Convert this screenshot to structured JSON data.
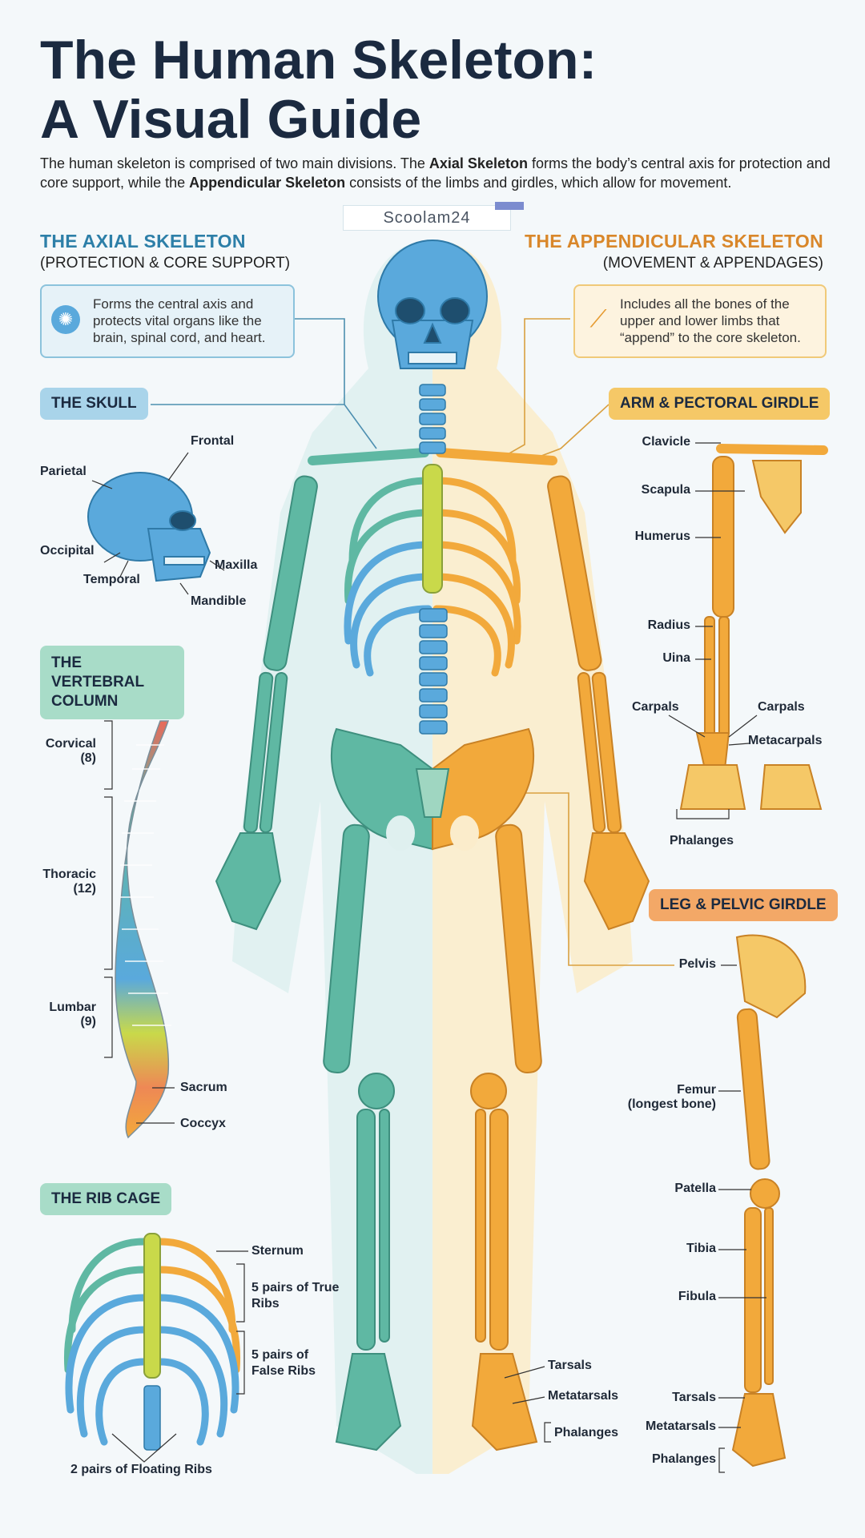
{
  "title": {
    "line1": "The Human Skeleton:",
    "line2": "A Visual Guide"
  },
  "intro": {
    "part1": "The human skeleton is comprised of two main divisions. The ",
    "axial_bold": "Axial Skeleton",
    "part2": " forms the body’s central axis for protection and core support, while the ",
    "appendicular_bold": "Appendicular Skeleton",
    "part3": " consists of the limbs and girdles, which allow for movement."
  },
  "watermark": "Scoolam24",
  "axial": {
    "heading": "THE AXIAL SKELETON",
    "subheading": "(PROTECTION & CORE SUPPORT)",
    "info": "Forms the central axis and protects vital organs like the brain, spinal cord, and heart.",
    "icon": "brain-icon"
  },
  "appendicular": {
    "heading": "THE APPENDICULAR SKELETON",
    "subheading": "(MOVEMENT & APPENDAGES)",
    "info": "Includes all the bones of the upper and lower limbs that “append” to the core skeleton.",
    "icon": "arm-bone-icon"
  },
  "skull": {
    "pill": "THE SKULL",
    "labels": {
      "frontal": "Frontal",
      "parietal": "Parietal",
      "occipital": "Occipital",
      "temporal": "Temporal",
      "maxilla": "Maxilla",
      "mandible": "Mandible"
    }
  },
  "vertebral": {
    "pill": "THE VERTEBRAL COLUMN",
    "labels": {
      "cervical": "Corvical",
      "cervical_count": "(8)",
      "thoracic": "Thoracic",
      "thoracic_count": "(12)",
      "lumbar": "Lumbar",
      "lumbar_count": "(9)",
      "sacrum": "Sacrum",
      "coccyx": "Coccyx"
    }
  },
  "ribcage": {
    "pill": "THE RIB CAGE",
    "labels": {
      "sternum": "Sternum",
      "true_ribs": "5 pairs of True Ribs",
      "false_ribs": "5 pairs of False Ribs",
      "floating_ribs": "2 pairs of Floating Ribs"
    }
  },
  "arm": {
    "pill": "ARM & PECTORAL GIRDLE",
    "labels": {
      "clavicle": "Clavicle",
      "scapula": "Scapula",
      "humerus": "Humerus",
      "radius": "Radius",
      "ulna": "Uina",
      "carpals_left": "Carpals",
      "carpals_right": "Carpals",
      "metacarpals": "Metacarpals",
      "phalanges": "Phalanges"
    }
  },
  "leg": {
    "pill": "LEG & PELVIC GIRDLE",
    "labels": {
      "pelvis": "Pelvis",
      "femur": "Femur",
      "femur_note": "(longest bone)",
      "patella": "Patella",
      "tibia": "Tibia",
      "fibula": "Fibula",
      "tarsals": "Tarsals",
      "metatarsals": "Metatarsals",
      "phalanges": "Phalanges"
    }
  },
  "center_foot": {
    "tarsals": "Tarsals",
    "metatarsals": "Metatarsals",
    "phalanges": "Phalanges"
  },
  "colors": {
    "axial_blue": "#5aa9dc",
    "axial_teal": "#5fb8a3",
    "appendicular_orange": "#f2a93b",
    "heading_blue": "#2d7fa8",
    "heading_orange": "#d9872a"
  }
}
